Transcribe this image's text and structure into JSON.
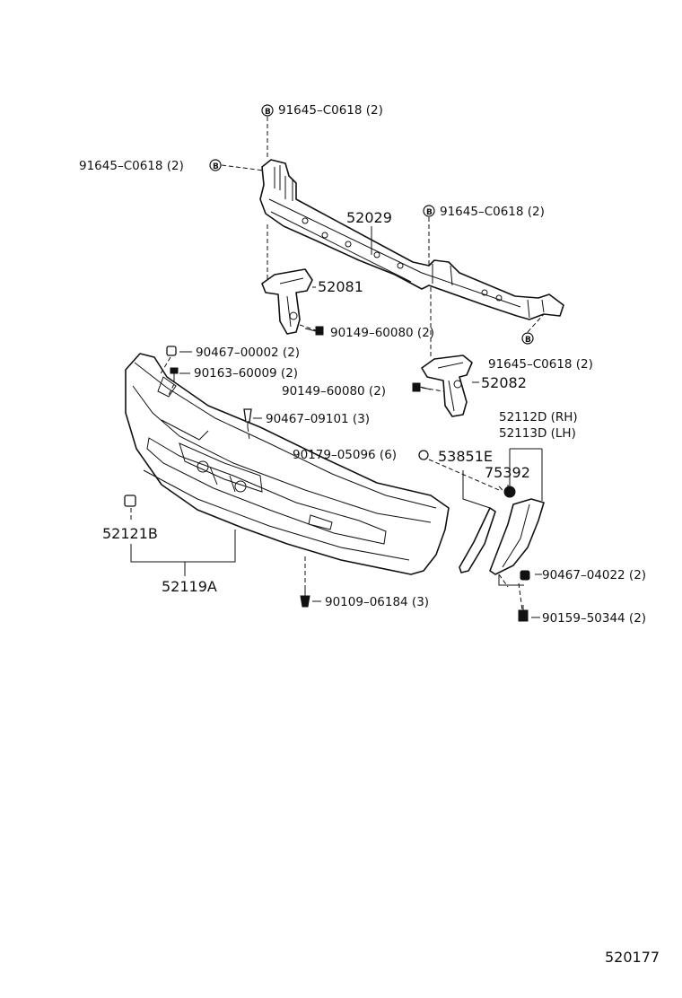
{
  "diagram": {
    "callouts": {
      "clip_top": "91645–C0618 (2)",
      "clip_left": "91645–C0618 (2)",
      "clip_mid": "91645–C0618 (2)",
      "clip_right": "91645–C0618 (2)",
      "support": "52029",
      "bracket_lh": "52081",
      "bolt_lh": "90149–60080 (2)",
      "bracket_rh": "52082",
      "bolt_rh": "90149–60080 (2)",
      "nut_top": "90467–00002 (2)",
      "screw_top": "90163–60009 (2)",
      "clip_center": "90467–09101 (3)",
      "nut_cover": "90179–05096 (6)",
      "moulding": "53851E",
      "extension_rh": "52112D (RH)",
      "extension_lh": "52113D (LH)",
      "grommet": "75392",
      "clip_lower_lh": "52121B",
      "bumper_cover": "52119A",
      "clip_bottom": "90109–06184 (3)",
      "clip_ext": "90467–04022 (2)",
      "screw_ext": "90159–50344 (2)"
    },
    "clip_symbol": "B",
    "figure_id": "520177"
  }
}
